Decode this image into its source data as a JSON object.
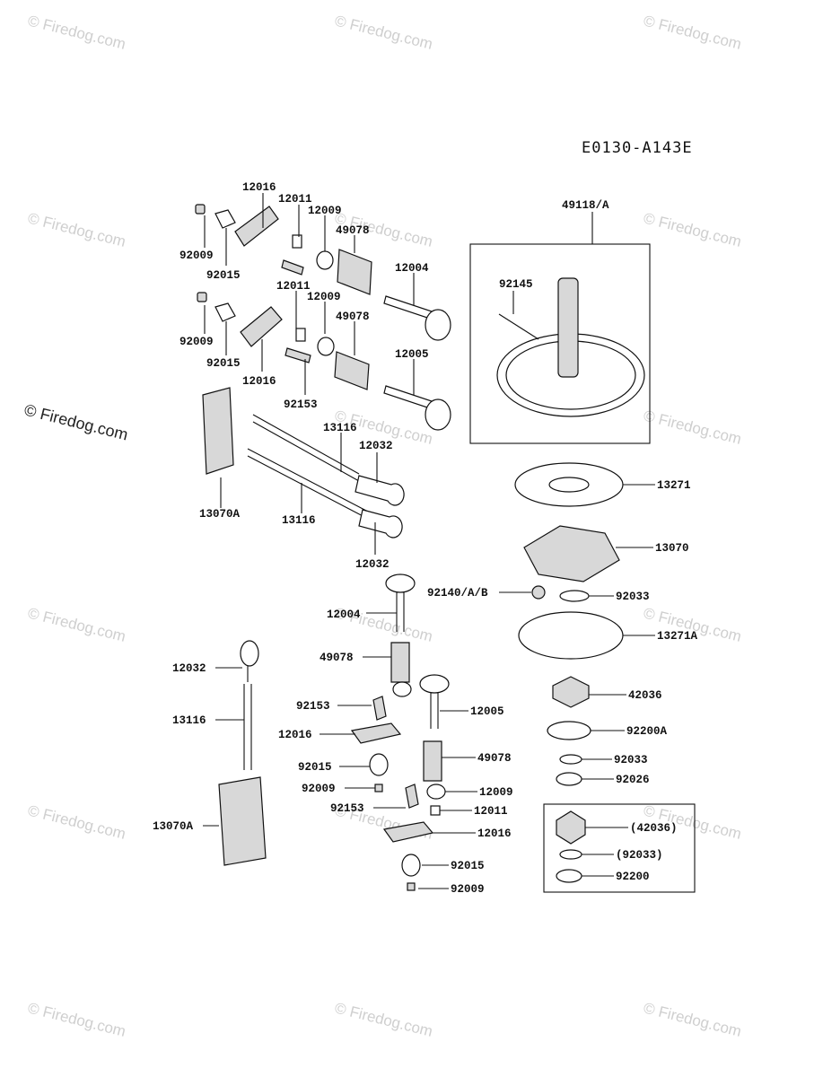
{
  "diagram_code": "E0130-A143E",
  "watermark": {
    "text": "© Firedog.com",
    "side_text": "© Firedog.com"
  },
  "labels": {
    "l12016_a": "12016",
    "l12011_a": "12011",
    "l12009_a": "12009",
    "l92009_a": "92009",
    "l49078_a": "49078",
    "l92015_a": "92015",
    "l12004_a": "12004",
    "l12011_b": "12011",
    "l12009_b": "12009",
    "l49078_b": "49078",
    "l92009_b": "92009",
    "l92015_b": "92015",
    "l12005_a": "12005",
    "l12016_b": "12016",
    "l92153_a": "92153",
    "l13116_a": "13116",
    "l12032_a": "12032",
    "l13070A_a": "13070A",
    "l13116_b": "13116",
    "l12032_b": "12032",
    "l49118": "49118/A",
    "l92145": "92145",
    "l13271": "13271",
    "l13070": "13070",
    "l92140": "92140/A/B",
    "l92033_a": "92033",
    "l12004_b": "12004",
    "l13271A": "13271A",
    "l12032_c": "12032",
    "l49078_c": "49078",
    "l42036": "42036",
    "l92153_b": "92153",
    "l12005_b": "12005",
    "l13116_c": "13116",
    "l92200A": "92200A",
    "l12016_c": "12016",
    "l49078_d": "49078",
    "l92033_b": "92033",
    "l92015_c": "92015",
    "l92026": "92026",
    "l92009_c": "92009",
    "l12009_c": "12009",
    "l92153_c": "92153",
    "l12011_c": "12011",
    "l13070A_b": "13070A",
    "l12016_d": "12016",
    "l42036_p": "(42036)",
    "l92015_d": "92015",
    "l92033_p": "(92033)",
    "l92009_d": "92009",
    "l92200": "92200"
  }
}
